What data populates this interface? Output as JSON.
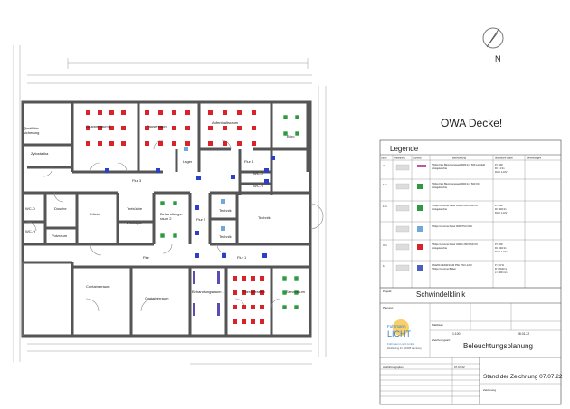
{
  "header": {
    "title": "OWA Decke!",
    "compass_label": "N"
  },
  "rooms": {
    "quality_label_1": "Qualitäts-",
    "quality_label_2": "sicherung",
    "gruppenraum": "Gruppenraum 1",
    "pausenraum": "Pausenraum",
    "aufenthaltsraum": "Aufenthaltsraum",
    "buero": "Büro",
    "lager": "Lager",
    "flur4": "Flur 4",
    "zytostatika": "Zytostatika",
    "flur3": "Flur 3",
    "wc_d_top": "WC-D",
    "wc_h_top": "WC-H",
    "wc_d": "WC-D",
    "dusche": "Dusche",
    "wc_h": "WC-H",
    "putzraum": "Putzraum",
    "kueche": "Küche",
    "teekueche": "Teeküche",
    "kuehlager": "Kühllager",
    "behandlungsraum2_1": "Behandlungs-",
    "behandlungsraum2_2": "raum 2",
    "flur2": "Flur 2",
    "technik1": "Technik",
    "technik2": "Technik",
    "technik3": "Technik",
    "flur": "Flur",
    "flur1": "Flur 1",
    "containerraum1": "Containerraum",
    "containerraum2": "Containerraum",
    "behandlungsraum1": "Behandlungsraum 1",
    "therapieraum": "Therapieraum",
    "serverraum": "Serverraum"
  },
  "legend": {
    "title": "Legende",
    "headers": [
      "Stück",
      "Abbildung",
      "Symbol",
      "Bezeichnung",
      "technische Daten",
      "Bemerkungen"
    ],
    "rows": [
      {
        "qty": "44",
        "color": "#c2559e",
        "line1": "Philips Flex Blend recessed 4000 lm / 840 Langfeld",
        "line2": "Einlegeleuchte",
        "tech1": "P= 40W",
        "tech2": "Φ= 4.0 lm",
        "tech3": "Dim = 1-10V"
      },
      {
        "qty": "12x",
        "color": "#2e9a3e",
        "line1": "Philips Flex Blend recessed 4000 lm / 840 OC",
        "line2": "Einlegeleuchte",
        "tech1": "",
        "tech2": "",
        "tech3": ""
      },
      {
        "qty": "13x",
        "color": "#2e9a3e",
        "line1": "Philips CoreLine Panel 3600lm 840 PSD OC",
        "line2": "Einlegeleuchte",
        "tech1": "P= 33W",
        "tech2": "Φ= 3600 lm",
        "tech3": "Dim = 1-10V"
      },
      {
        "qty": "",
        "color": "#6fa8dc",
        "line1": "Philips CoreLine Panel 3600 PSU NOC",
        "line2": "",
        "tech1": "",
        "tech2": "",
        "tech3": ""
      },
      {
        "qty": "37x",
        "color": "#d9222a",
        "line1": "Philips CoreLine Panel 3400lm 830 PSD OC",
        "line2": "Einlegeleuchte",
        "tech1": "P= 33W",
        "tech2": "Φ= 3400 lm",
        "tech3": "Dim = 1-10V"
      },
      {
        "qty": "1x",
        "color": "#4a5fc1",
        "line1": "BN126C LED41S/840 PSU TWI L1200",
        "line2": "Philips CoreLine Batten",
        "tech1": "P = 31 W",
        "tech2": "Φ = 4100 lm",
        "tech3": "L= 1200 mm"
      }
    ]
  },
  "title_block": {
    "projekt_label": "Projekt:",
    "projekt_value": "Schwindelklinik",
    "planung_label": "Planung:",
    "massstab_label": "Maßstab",
    "massstab_value": "1:100",
    "datum_value": "08.01.22",
    "zeichnung_label": "Zeichnungsart:",
    "zeichnung_value": "Beleuchtungsplanung",
    "company_name_1": "Fuhrmann",
    "company_name_2": "LICHT",
    "company_sub": "Fuhrmann Licht GmbH",
    "company_addr": "Weidenring 23 · 20095 Hamburg",
    "revision_date": "07.07.22",
    "revision_label": "Ausführungsplan",
    "stand_label": "Stand der Zeichnung 07.07.22",
    "zeichnung_nr_label": "Zeichnung"
  },
  "colors": {
    "red": "#d9222a",
    "green": "#2e9a3e",
    "blue": "#2b3fc8",
    "lightblue": "#6fa8dc",
    "purple": "#5a4bb5",
    "title_red": "#e8352f"
  }
}
